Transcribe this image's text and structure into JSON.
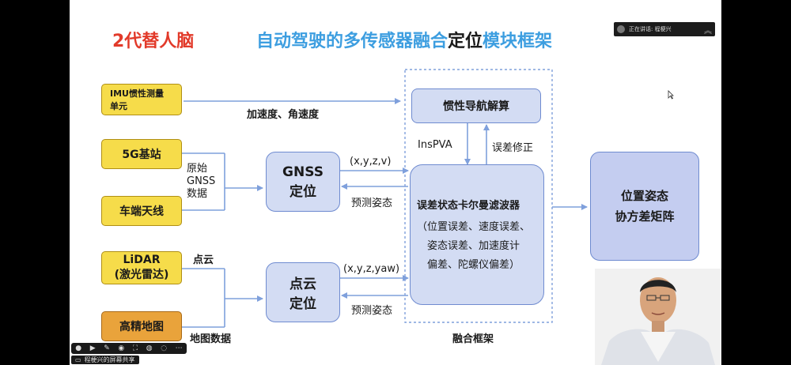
{
  "slide": {
    "title_left": "2代替人脑",
    "title_main": "自动驾驶的多传感器融合",
    "title_dark": "定位",
    "title_tail": "模块框架",
    "colors": {
      "title_red": "#e23a2a",
      "title_blue": "#3d9ee0",
      "box_yellow": "#f6dc4a",
      "box_blue": "#d3dcf3",
      "arrow": "#7fa0dc"
    }
  },
  "sensors": {
    "imu": {
      "line1": "IMU惯性测量",
      "line2": "单元"
    },
    "base5g": "5G基站",
    "antenna": "车端天线",
    "lidar": {
      "line1": "LiDAR",
      "line2": "(激光雷达)"
    },
    "hdmap": "高精地图"
  },
  "modules": {
    "gnss": {
      "line1": "GNSS",
      "line2": "定位"
    },
    "pointcloud": {
      "line1": "点云",
      "line2": "定位"
    },
    "ins": "惯性导航解算",
    "filter": {
      "title": "误差状态卡尔曼滤波器",
      "lines": [
        "（位置误差、速度误差、",
        "姿态误差、加速度计",
        "偏差、陀螺仪偏差）"
      ]
    },
    "output": {
      "line1": "位置姿态",
      "line2": "协方差矩阵"
    }
  },
  "labels": {
    "accel": "加速度、角速度",
    "raw": [
      "原始",
      "GNSS",
      "数据"
    ],
    "xyzv": "(x,y,z,v)",
    "pred1": "预测姿态",
    "inspva": "InsPVA",
    "errfix": "误差修正",
    "pc": "点云",
    "xyzyaw": "(x,y,z,yaw)",
    "pred2": "预测姿态",
    "mapdata": "地图数据",
    "framework": "融合框架"
  },
  "meeting": {
    "speaking": "正在讲话: 程梗兴",
    "sharing": "程梗兴的屏幕共享"
  }
}
